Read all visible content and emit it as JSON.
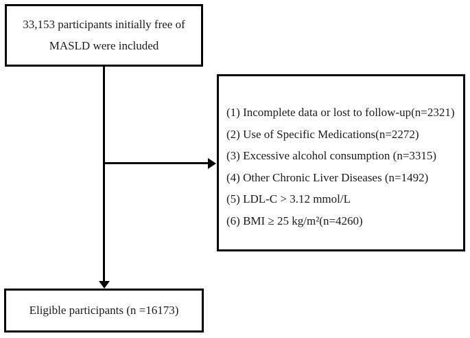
{
  "diagram": {
    "background_color": "#ffffff",
    "line_color": "#000000",
    "initial_cohort_box": {
      "line1": "33,153 participants initially free of",
      "line2": "MASLD were included"
    },
    "exclusion_box": {
      "items": [
        "(1) Incomplete data or lost to follow-up(n=2321)",
        "(2) Use of Specific Medications(n=2272)",
        "(3) Excessive alcohol consumption (n=3315)",
        "(4) Other Chronic Liver Diseases (n=1492)",
        "(5) LDL-C > 3.12 mmol/L",
        "(6) BMI ≥ 25 kg/m²(n=4260)"
      ]
    },
    "eligible_box": {
      "label": "Eligible participants (n =16173)"
    }
  }
}
